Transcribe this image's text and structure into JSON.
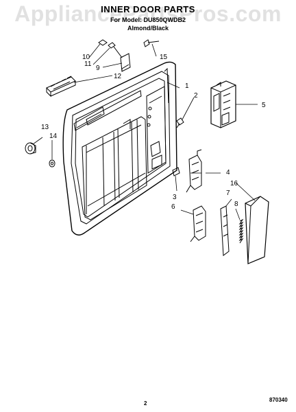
{
  "header": {
    "title": "INNER DOOR PARTS",
    "subtitle_line1": "For Model: DU850QWDB2",
    "subtitle_line2": "Almond/Black"
  },
  "watermark": "AppliancePartsPros.com",
  "footer": {
    "page_number": "2",
    "drawing_id": "870340"
  },
  "callouts": {
    "c1": "1",
    "c2": "2",
    "c3": "3",
    "c4": "4",
    "c5": "5",
    "c6": "6",
    "c7": "7",
    "c8": "8",
    "c9": "9",
    "c10": "10",
    "c11": "11",
    "c12": "12",
    "c13": "13",
    "c14": "14",
    "c15": "15",
    "c16": "16"
  }
}
